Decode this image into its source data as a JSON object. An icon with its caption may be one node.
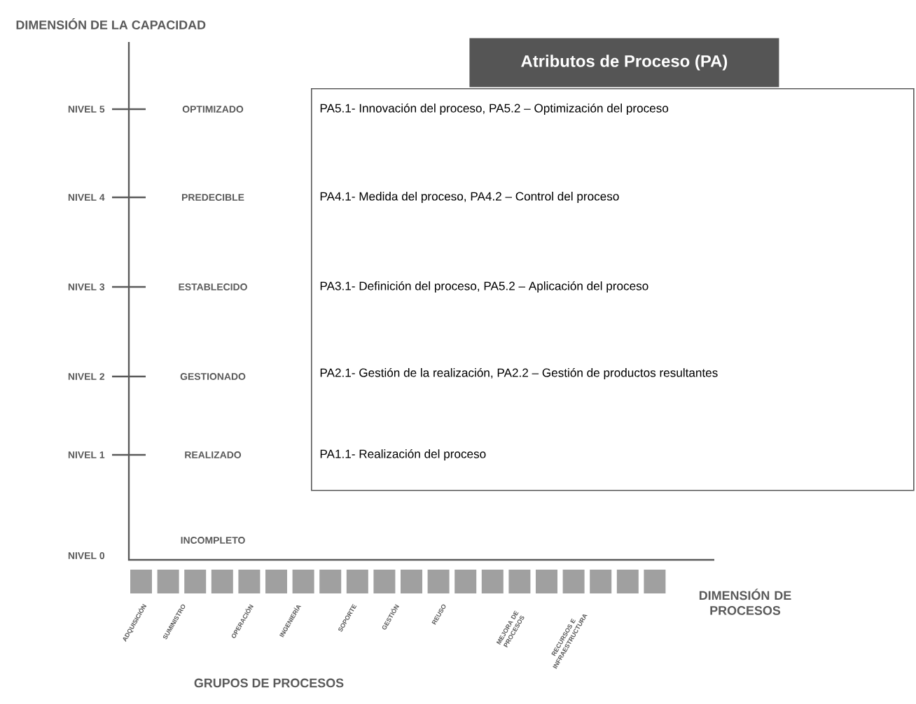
{
  "diagram": {
    "nodes": [
      {
        "text": [
          "Atributos de Proceso (PA)"
        ]
      },
      {
        "text": [
          "PA5.1- Innovación del proceso,  PA5.2 – Optimización del proceso",
          "PA4.1- Medida del proceso,  PA4.2 – Control del proceso",
          "PA3.1- Definición del proceso,  PA5.2 – Aplicación del proceso",
          "PA2.1- Gestión de la realización,  PA2.2 – Gestión de productos resultantes",
          "PA1.1- Realización del proceso"
        ]
      }
    ],
    "labels": [
      "DIMENSIÓN DE LA CAPACIDAD",
      "NIVEL 5",
      "OPTIMIZADO",
      "NIVEL 4",
      "PREDECIBLE",
      "NIVEL 3",
      "ESTABLECIDO",
      "NIVEL 2",
      "GESTIONADO",
      "NIVEL 1",
      "REALIZADO",
      "INCOMPLETO",
      "NIVEL 0",
      "DIMENSIÓN DE PROCESOS",
      "ADQUISICIÓN",
      "SUMINISTRO",
      "OPERACIÓN",
      "INGENIERÍA",
      "SOPORTE",
      "GESTIÓN",
      "REUSO",
      "MEJORA DE PROCESOS",
      "RECURSOS E INFRAESTRUCTURA",
      "GRUPOS DE PROCESOS"
    ]
  }
}
